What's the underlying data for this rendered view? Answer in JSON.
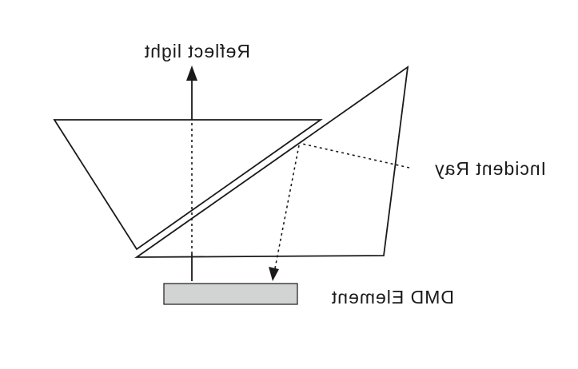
{
  "labels": {
    "reflect_light": "Reflect light",
    "incident_ray": "Incident Ray",
    "dmd_element": "DMD Element"
  },
  "colors": {
    "line": "#1a1a1a",
    "dmd_fill": "#d2d4d3",
    "background": "#ffffff"
  }
}
